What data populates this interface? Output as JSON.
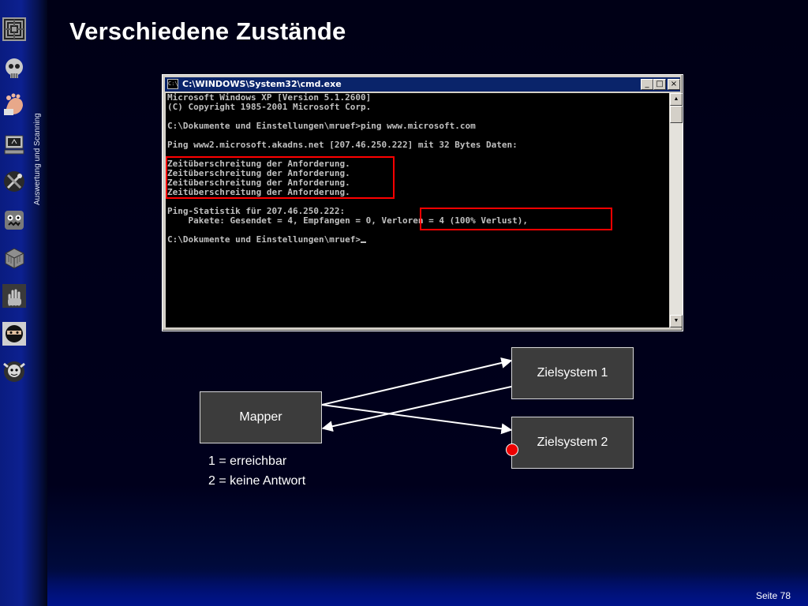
{
  "slide": {
    "title": "Verschiedene Zustände",
    "side_label": "Auswertung und Scanning",
    "page_number": "Seite 78"
  },
  "sidebar": {
    "icons": [
      "maze-icon",
      "skull-icon",
      "feet-icon",
      "computer-icon",
      "tools-icon",
      "monster-icon",
      "cube-icon",
      "hand-icon",
      "ninja-icon",
      "gnome-icon"
    ]
  },
  "cmd_window": {
    "title": "C:\\WINDOWS\\System32\\cmd.exe",
    "app_icon": "C:\\",
    "buttons": {
      "minimize": "_",
      "maximize": "□",
      "close": "×"
    },
    "lines": [
      "Microsoft Windows XP [Version 5.1.2600]",
      "(C) Copyright 1985-2001 Microsoft Corp.",
      "",
      "C:\\Dokumente und Einstellungen\\mruef>ping www.microsoft.com",
      "",
      "Ping www2.microsoft.akadns.net [207.46.250.222] mit 32 Bytes Daten:",
      "",
      "Zeitüberschreitung der Anforderung.",
      "Zeitüberschreitung der Anforderung.",
      "Zeitüberschreitung der Anforderung.",
      "Zeitüberschreitung der Anforderung.",
      "",
      "Ping-Statistik für 207.46.250.222:",
      "    Pakete: Gesendet = 4, Empfangen = 0, Verloren = 4 (100% Verlust),",
      "",
      "C:\\Dokumente und Einstellungen\\mruef>"
    ],
    "highlight_color": "#ff0000"
  },
  "diagram": {
    "mapper": "Mapper",
    "target1": "Zielsystem 1",
    "target2": "Zielsystem 2",
    "legend": [
      "1 = erreichbar",
      "2 = keine Antwort"
    ],
    "status_dot_color": "#ee0000"
  }
}
